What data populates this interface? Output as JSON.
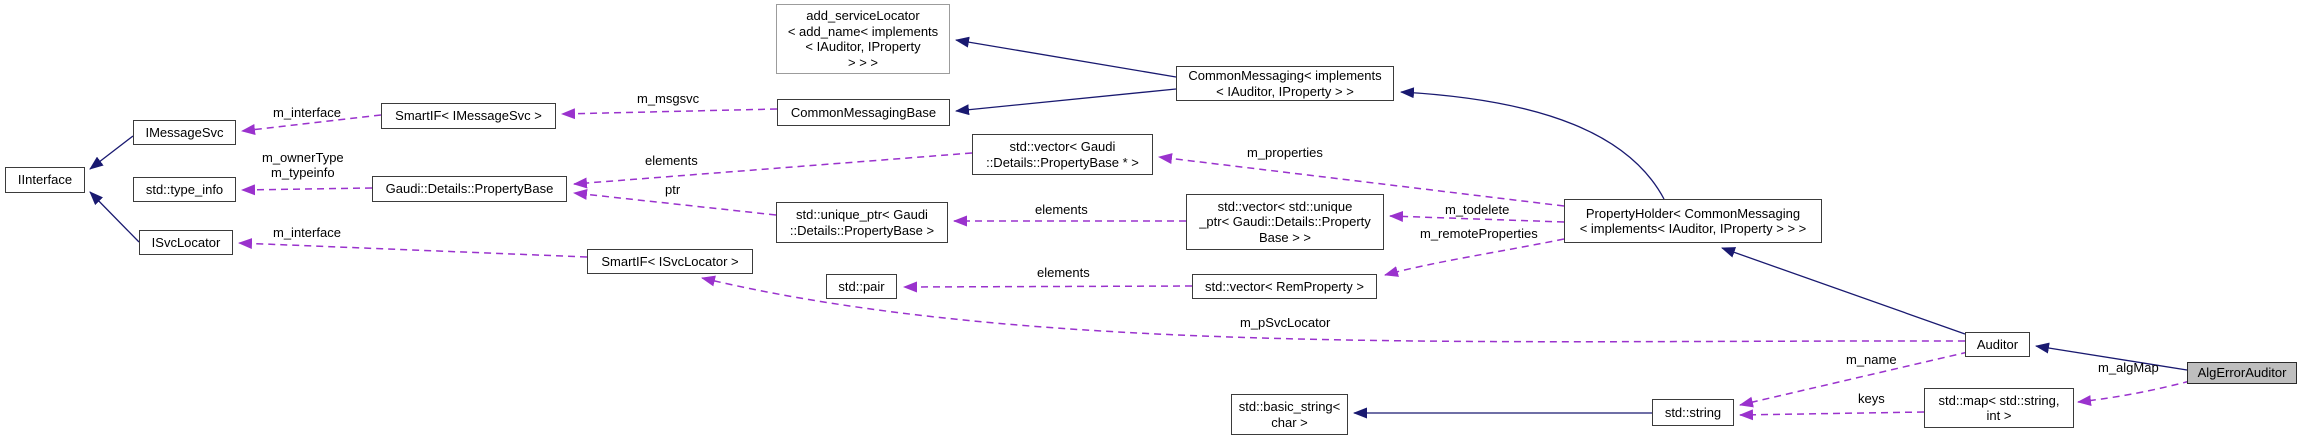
{
  "diagram_type": "collaboration-graph",
  "colors": {
    "inheritance_arrow": "#191970",
    "usage_arrow": "#9a32cd",
    "node_fill": "#ffffff",
    "node_border": "#3b3b3b",
    "highlight_fill": "#bebebe",
    "truncated_border": "#9c9c9c"
  },
  "nodes": {
    "iinterface": {
      "label": "IInterface"
    },
    "imessagesvc": {
      "label": "IMessageSvc"
    },
    "type_info": {
      "label": "std::type_info"
    },
    "isvclocator": {
      "label": "ISvcLocator"
    },
    "smartif_imessagesvc": {
      "label": "SmartIF< IMessageSvc >"
    },
    "propertybase": {
      "label": "Gaudi::Details::PropertyBase"
    },
    "smartif_isvclocator": {
      "label": "SmartIF< ISvcLocator >"
    },
    "add_servicelocator": {
      "label": "add_serviceLocator\n< add_name< implements\n< IAuditor, IProperty\n> > >"
    },
    "commonmessagingbase": {
      "label": "CommonMessagingBase"
    },
    "vector_propertybase_ptr": {
      "label": "std::vector< Gaudi\n::Details::PropertyBase * >"
    },
    "unique_ptr_propertybase": {
      "label": "std::unique_ptr< Gaudi\n::Details::PropertyBase >"
    },
    "pair": {
      "label": "std::pair"
    },
    "commonmessaging": {
      "label": "CommonMessaging< implements\n< IAuditor, IProperty > >"
    },
    "vector_unique_ptr": {
      "label": "std::vector< std::unique\n_ptr< Gaudi::Details::Property\nBase > >"
    },
    "vector_remproperty": {
      "label": "std::vector< RemProperty >"
    },
    "propertyholder": {
      "label": "PropertyHolder< CommonMessaging\n< implements< IAuditor, IProperty > > >"
    },
    "auditor": {
      "label": "Auditor"
    },
    "algerrorauditor": {
      "label": "AlgErrorAuditor"
    },
    "map_string_int": {
      "label": "std::map< std::string,\nint >"
    },
    "string": {
      "label": "std::string"
    },
    "basic_string_char": {
      "label": "std::basic_string<\nchar >"
    }
  },
  "edge_labels": {
    "smartif_imessagesvc_to_imessagesvc": "m_interface",
    "commonmessagingbase_to_smartif": "m_msgsvc",
    "propertybase_to_typeinfo": "m_ownerType\nm_typeinfo",
    "smartif_isvclocator_to_isvclocator": "m_interface",
    "vector_pb_to_propertybase": "elements",
    "uniqueptr_to_propertybase": "ptr",
    "propertyholder_to_vector_pb": "m_properties",
    "vector_up_to_uniqueptr": "elements",
    "propertyholder_to_vector_up": "m_todelete",
    "propertyholder_to_vector_rem": "m_remoteProperties",
    "vector_rem_to_pair": "elements",
    "auditor_to_smartif_isvclocator": "m_pSvcLocator",
    "auditor_to_string": "m_name",
    "map_to_string": "keys",
    "algerrorauditor_to_map": "m_algMap"
  }
}
